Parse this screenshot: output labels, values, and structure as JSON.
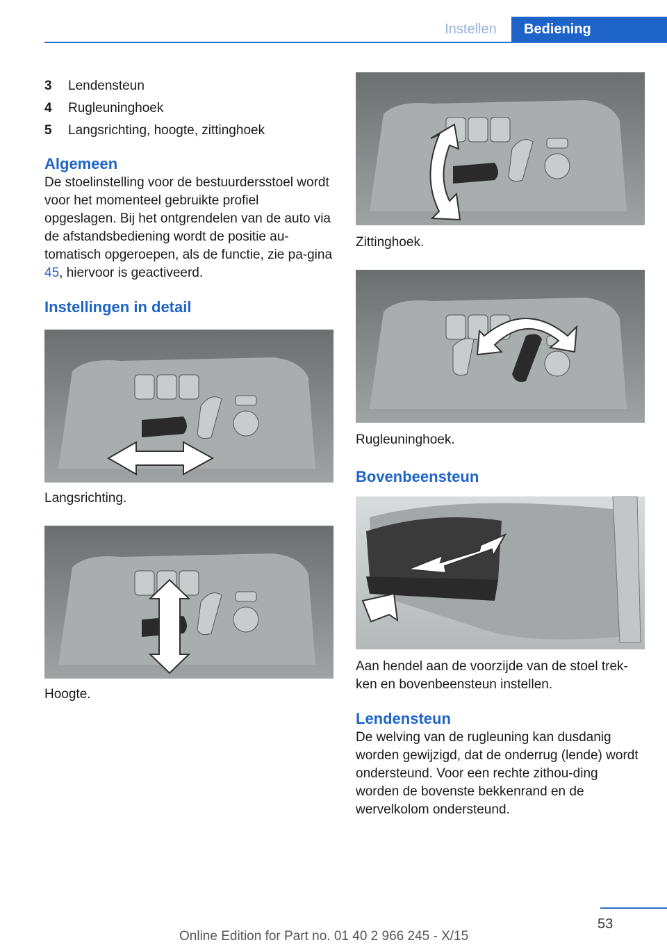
{
  "header": {
    "tab_instellen": "Instellen",
    "tab_bediening": "Bediening"
  },
  "legend": [
    {
      "num": "3",
      "label": "Lendensteun"
    },
    {
      "num": "4",
      "label": "Rugleuninghoek"
    },
    {
      "num": "5",
      "label": "Langsrichting, hoogte, zittinghoek"
    }
  ],
  "algemeen": {
    "title": "Algemeen",
    "text_before_link": "De stoelinstelling voor de bestuurdersstoel wordt voor het momenteel gebruikte profiel opgeslagen. Bij het ontgrendelen van de auto via de afstandsbediening wordt de positie au‐tomatisch opgeroepen, als de functie, zie pa‐gina ",
    "link": "45",
    "text_after_link": ", hiervoor is geactiveerd."
  },
  "detail": {
    "title": "Instellingen in detail",
    "caption_langs": "Langsrichting.",
    "caption_hoogte": "Hoogte."
  },
  "right": {
    "caption_zitting": "Zittinghoek.",
    "caption_rug": "Rugleuninghoek.",
    "bovenbeensteun_title": "Bovenbeensteun",
    "bovenbeensteun_text": "Aan hendel aan de voorzijde van de stoel trek‐ken en bovenbeensteun instellen.",
    "lendensteun_title": "Lendensteun",
    "lendensteun_text": "De welving van de rugleuning kan dusdanig worden gewijzigd, dat de onderrug (lende) wordt ondersteund. Voor een rechte zithou‐ding worden de bovenste bekkenrand en de wervelkolom ondersteund."
  },
  "footer": {
    "page_number": "53",
    "online_edition": "Online Edition for Part no. 01 40 2 966 245 - X/15"
  },
  "colors": {
    "accent": "#1e64c8",
    "tab_inactive": "#9ab4d8"
  }
}
